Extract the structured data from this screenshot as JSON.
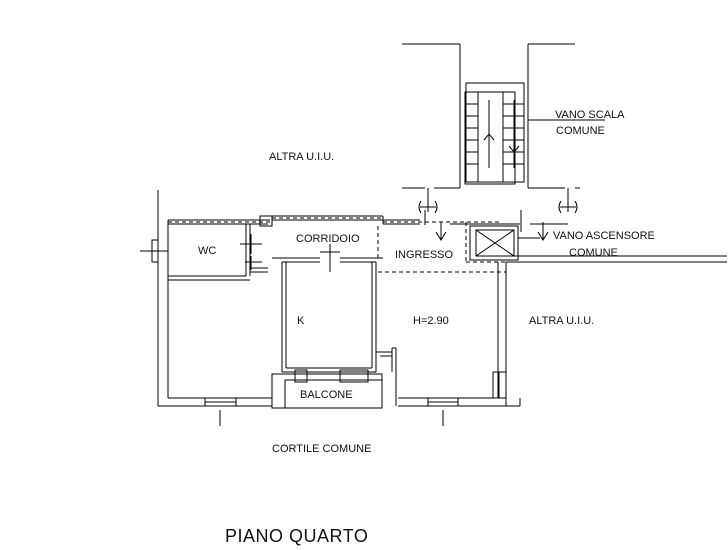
{
  "plan": {
    "title": "PIANO QUARTO",
    "labels": {
      "altra_uiu_top": "ALTRA U.I.U.",
      "altra_uiu_right": "ALTRA U.I.U.",
      "vano_scala": "VANO SCALA",
      "vano_scala_sub": "COMUNE",
      "vano_ascensore": "VANO ASCENSORE",
      "vano_ascensore_sub": "COMUNE",
      "wc": "WC",
      "corridoio": "CORRIDOIO",
      "ingresso": "INGRESSO",
      "kitchen": "K",
      "height": "H=2.90",
      "balcone": "BALCONE",
      "cortile": "CORTILE COMUNE"
    }
  }
}
